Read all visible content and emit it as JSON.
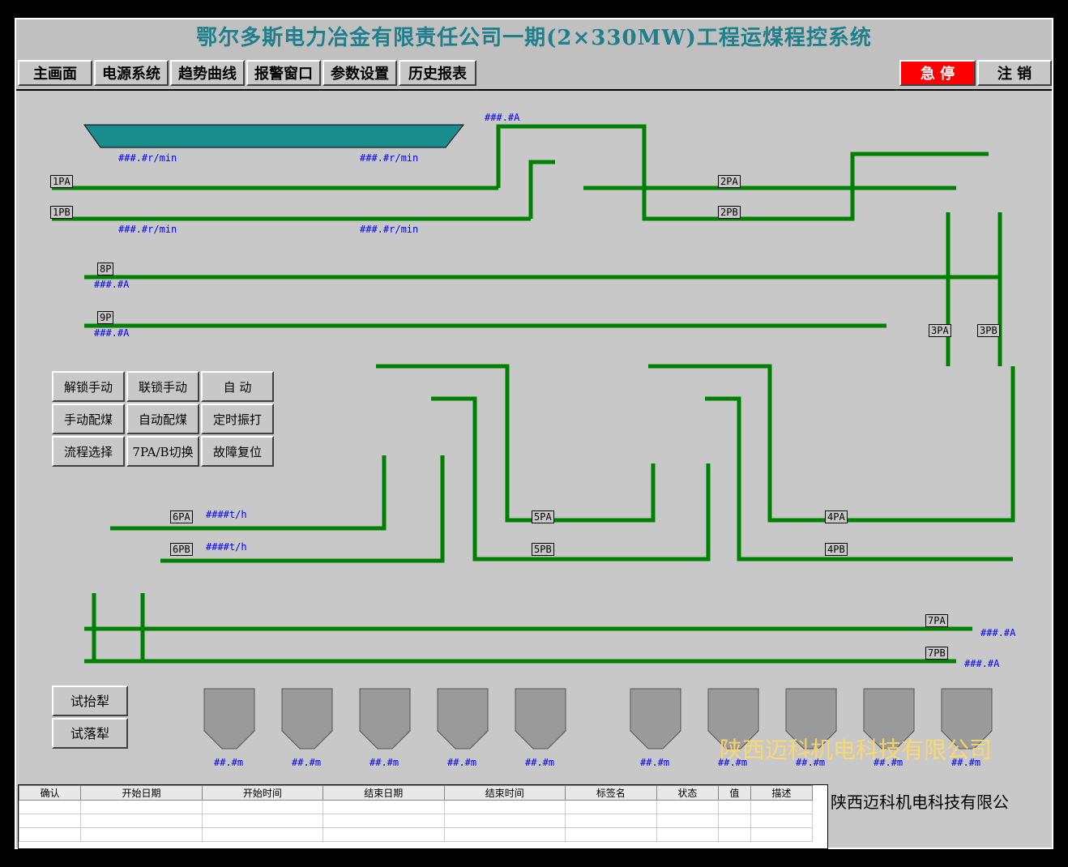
{
  "title": "鄂尔多斯电力冶金有限责任公司一期(2×330MW)工程运煤程控系统",
  "menu": [
    "主画面",
    "电源系统",
    "趋势曲线",
    "报警窗口",
    "参数设置",
    "历史报表"
  ],
  "menu_right": {
    "stop": "急 停",
    "logout": "注 销"
  },
  "controls": [
    [
      "解锁手动",
      "联锁手动",
      "自 动"
    ],
    [
      "手动配煤",
      "自动配煤",
      "定时振打"
    ],
    [
      "流程选择",
      "7PA/B切换",
      "故障复位"
    ]
  ],
  "plough": {
    "raise": "试抬犁",
    "drop": "试落犁"
  },
  "belt_tags": {
    "p1a": "1PA",
    "p1b": "1PB",
    "p2a": "2PA",
    "p2b": "2PB",
    "p8": "8P",
    "p9": "9P",
    "p3a": "3PA",
    "p3b": "3PB",
    "p4a": "4PA",
    "p4b": "4PB",
    "p5a": "5PA",
    "p5b": "5PB",
    "p6a": "6PA",
    "p6b": "6PB",
    "p7a": "7PA",
    "p7b": "7PB"
  },
  "readouts": {
    "amp": "###.#A",
    "speed": "###.#r/min",
    "flow": "####t/h",
    "level": "##.#m"
  },
  "alarm_headers": [
    "确认",
    "开始日期",
    "开始时间",
    "结束日期",
    "结束时间",
    "标签名",
    "状态",
    "值",
    "描述"
  ],
  "footer_company": "陕西迈科机电科技有限公",
  "watermark": "陕西迈科机电科技有限公司"
}
